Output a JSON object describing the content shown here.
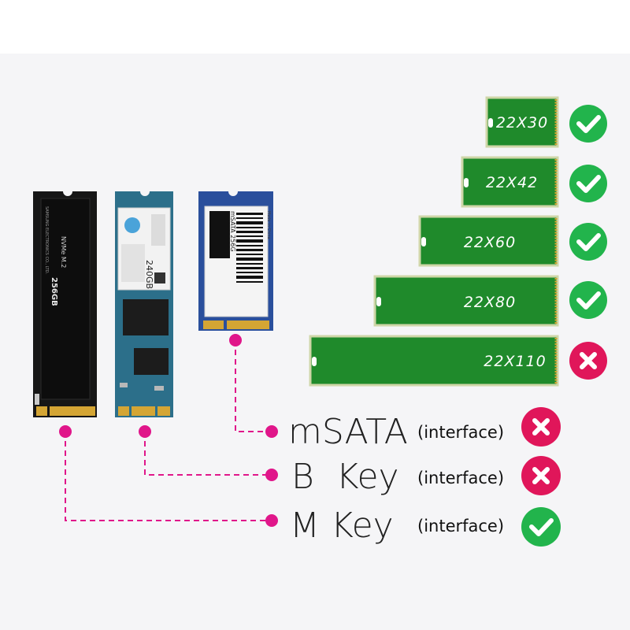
{
  "sizes": [
    {
      "label": "22X30",
      "compatible": true
    },
    {
      "label": "22X42",
      "compatible": true
    },
    {
      "label": "22X60",
      "compatible": true
    },
    {
      "label": "22X80",
      "compatible": true
    },
    {
      "label": "22X110",
      "compatible": false
    }
  ],
  "cards": {
    "nvme": {
      "top_label": "NVMe M.2",
      "capacity": "256GB",
      "maker": "SAMSUNG ELECTRONICS CO., LTD."
    },
    "sata": {
      "capacity": "240GB"
    },
    "msata": {
      "title": "mSATA 256G",
      "made_in": "Made in China"
    }
  },
  "interfaces": [
    {
      "name": "mSATA",
      "note": "(interface)",
      "compatible": false
    },
    {
      "name": "B  Key",
      "note": "(interface)",
      "compatible": false
    },
    {
      "name": "M Key",
      "note": "(interface)",
      "compatible": true
    }
  ],
  "colors": {
    "pcb_green": "#1f8a2b",
    "pcb_border": "#dfe3c4",
    "gold": "#d4a534",
    "check_green": "#22b44c",
    "cross_red": "#e0165a",
    "connector_pink": "#e0168a",
    "panel": "#f5f5f7"
  }
}
